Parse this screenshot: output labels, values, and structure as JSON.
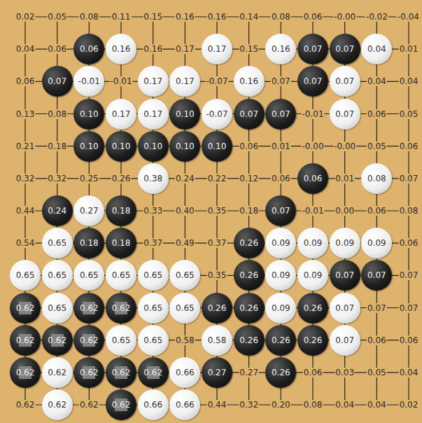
{
  "diagram": {
    "nodes": [
      {
        "text": [
          "0.06"
        ]
      },
      {
        "text": [
          "0.16"
        ]
      },
      {
        "text": [
          "0.17"
        ]
      },
      {
        "text": [
          "0.16"
        ]
      },
      {
        "text": [
          "0.07"
        ]
      },
      {
        "text": [
          "0.07"
        ]
      },
      {
        "text": [
          "0.04"
        ]
      },
      {
        "text": [
          "0.07"
        ]
      },
      {
        "text": [
          "-0.01"
        ]
      },
      {
        "text": [
          "0.17"
        ]
      },
      {
        "text": [
          "0.17"
        ]
      },
      {
        "text": [
          "0.16"
        ]
      },
      {
        "text": [
          "0.07"
        ]
      },
      {
        "text": [
          "0.07"
        ]
      },
      {
        "text": [
          "0.10"
        ]
      },
      {
        "text": [
          "0.17"
        ]
      },
      {
        "text": [
          "0.17"
        ]
      },
      {
        "text": [
          "0.10"
        ]
      },
      {
        "text": [
          "-0.07"
        ]
      },
      {
        "text": [
          "0.07"
        ]
      },
      {
        "text": [
          "0.07"
        ]
      },
      {
        "text": [
          "0.07"
        ]
      },
      {
        "text": [
          "0.10"
        ]
      },
      {
        "text": [
          "0.10"
        ]
      },
      {
        "text": [
          "0.10"
        ]
      },
      {
        "text": [
          "0.10"
        ]
      },
      {
        "text": [
          "0.10"
        ]
      },
      {
        "text": [
          "0.38"
        ]
      },
      {
        "text": [
          "0.06"
        ]
      },
      {
        "text": [
          "0.08"
        ]
      },
      {
        "text": [
          "0.24"
        ]
      },
      {
        "text": [
          "0.27"
        ]
      },
      {
        "text": [
          "0.18"
        ]
      },
      {
        "text": [
          "0.07"
        ]
      },
      {
        "text": [
          "0.65"
        ]
      },
      {
        "text": [
          "0.18"
        ]
      },
      {
        "text": [
          "0.18"
        ]
      },
      {
        "text": [
          "0.26"
        ]
      },
      {
        "text": [
          "0.09"
        ]
      },
      {
        "text": [
          "0.09"
        ]
      },
      {
        "text": [
          "0.09"
        ]
      },
      {
        "text": [
          "0.09"
        ]
      },
      {
        "text": [
          "0.65"
        ]
      },
      {
        "text": [
          "0.65"
        ]
      },
      {
        "text": [
          "0.65"
        ]
      },
      {
        "text": [
          "0.65"
        ]
      },
      {
        "text": [
          "0.65"
        ]
      },
      {
        "text": [
          "0.65"
        ]
      },
      {
        "text": [
          "0.26"
        ]
      },
      {
        "text": [
          "0.09"
        ]
      },
      {
        "text": [
          "0.09"
        ]
      },
      {
        "text": [
          "0.07"
        ]
      },
      {
        "text": [
          "0.07"
        ]
      },
      {
        "text": [
          "0.62"
        ]
      },
      {
        "text": [
          "0.65"
        ]
      },
      {
        "text": [
          "0.62"
        ]
      },
      {
        "text": [
          "0.62"
        ]
      },
      {
        "text": [
          "0.65"
        ]
      },
      {
        "text": [
          "0.65"
        ]
      },
      {
        "text": [
          "0.26"
        ]
      },
      {
        "text": [
          "0.26"
        ]
      },
      {
        "text": [
          "0.09"
        ]
      },
      {
        "text": [
          "0.26"
        ]
      },
      {
        "text": [
          "0.07"
        ]
      },
      {
        "text": [
          "0.62"
        ]
      },
      {
        "text": [
          "0.62"
        ]
      },
      {
        "text": [
          "0.62"
        ]
      },
      {
        "text": [
          "0.65"
        ]
      },
      {
        "text": [
          "0.65"
        ]
      },
      {
        "text": [
          "0.58"
        ]
      },
      {
        "text": [
          "0.26"
        ]
      },
      {
        "text": [
          "0.26"
        ]
      },
      {
        "text": [
          "0.26"
        ]
      },
      {
        "text": [
          "0.07"
        ]
      },
      {
        "text": [
          "0.62"
        ]
      },
      {
        "text": [
          "0.62"
        ]
      },
      {
        "text": [
          "0.62"
        ]
      },
      {
        "text": [
          "0.62"
        ]
      },
      {
        "text": [
          "0.62"
        ]
      },
      {
        "text": [
          "0.66"
        ]
      },
      {
        "text": [
          "0.27"
        ]
      },
      {
        "text": [
          "0.26"
        ]
      },
      {
        "text": [
          "0.62"
        ]
      },
      {
        "text": [
          "0.62"
        ]
      },
      {
        "text": [
          "0.66"
        ]
      },
      {
        "text": [
          "0.66"
        ]
      }
    ],
    "labels": [
      "0.02",
      "0.05",
      "0.08",
      "0.11",
      "0.15",
      "0.16",
      "0.16",
      "0.14",
      "0.08",
      "0.06",
      "-0.00",
      "-0.02",
      "-0.04",
      "0.04",
      "0.06",
      "0.16",
      "0.17",
      "0.15",
      "0.01",
      "0.06",
      "-0.01",
      "-0.07",
      "0.07",
      "0.04",
      "0.04",
      "0.13",
      "0.08",
      "-0.01",
      "0.06",
      "0.05",
      "0.21",
      "0.18",
      "0.06",
      "0.01",
      "-0.00",
      "-0.00",
      "0.05",
      "0.06",
      "0.32",
      "0.32",
      "0.25",
      "0.26",
      "0.24",
      "0.22",
      "0.12",
      "0.06",
      "0.01",
      "0.07",
      "0.44",
      "0.33",
      "0.40",
      "0.35",
      "0.18",
      "-0.01",
      "0.00",
      "0.06",
      "0.08",
      "0.54",
      "0.37",
      "0.49",
      "0.37",
      "0.06",
      "0.35",
      "0.07",
      "0.07",
      "0.07",
      "0.58",
      "0.06",
      "0.06",
      "0.27",
      "0.06",
      "0.03",
      "0.05",
      "0.04",
      "0.62",
      "0.62",
      "0.44",
      "0.32",
      "0.20",
      "0.08",
      "0.04",
      "0.04",
      "0.02"
    ]
  }
}
